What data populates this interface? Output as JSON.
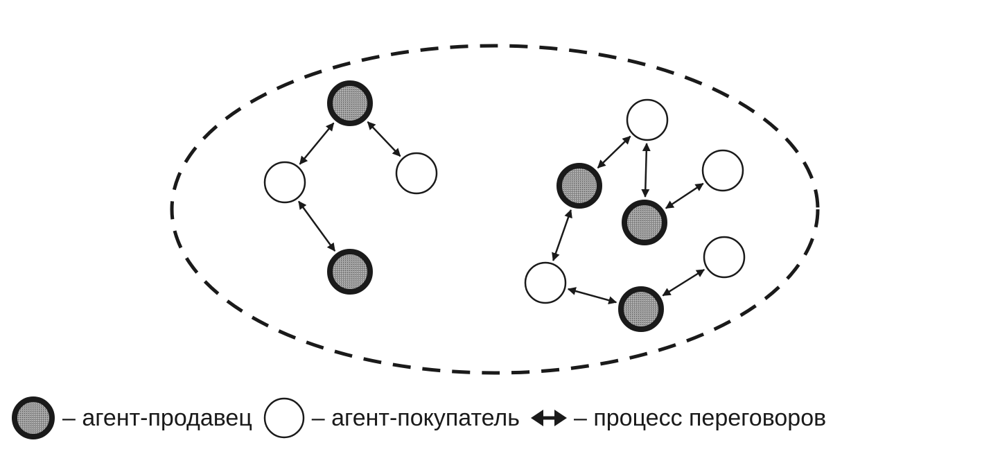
{
  "colors": {
    "ink": "#1a1a1a",
    "seller_fill": "#8f8f8f",
    "buyer_fill": "#ffffff",
    "background": "#ffffff"
  },
  "agent_types": {
    "seller": "агент-продавец",
    "buyer": "агент-покупатель"
  },
  "nodes": [
    {
      "id": "s1",
      "type": "seller",
      "group": "left"
    },
    {
      "id": "b1",
      "type": "buyer",
      "group": "left"
    },
    {
      "id": "b2",
      "type": "buyer",
      "group": "left"
    },
    {
      "id": "s2",
      "type": "seller",
      "group": "left"
    },
    {
      "id": "b3",
      "type": "buyer",
      "group": "right"
    },
    {
      "id": "s3",
      "type": "seller",
      "group": "right"
    },
    {
      "id": "b4",
      "type": "buyer",
      "group": "right"
    },
    {
      "id": "s4",
      "type": "seller",
      "group": "right"
    },
    {
      "id": "b5",
      "type": "buyer",
      "group": "right"
    },
    {
      "id": "b6",
      "type": "buyer",
      "group": "right"
    },
    {
      "id": "s5",
      "type": "seller",
      "group": "right"
    }
  ],
  "edges": [
    {
      "from": "s1",
      "to": "b1",
      "kind": "negotiation"
    },
    {
      "from": "s1",
      "to": "b2",
      "kind": "negotiation"
    },
    {
      "from": "b1",
      "to": "s2",
      "kind": "negotiation"
    },
    {
      "from": "b3",
      "to": "s3",
      "kind": "negotiation"
    },
    {
      "from": "b3",
      "to": "s4",
      "kind": "negotiation"
    },
    {
      "from": "b4",
      "to": "s4",
      "kind": "negotiation"
    },
    {
      "from": "s3",
      "to": "b5",
      "kind": "negotiation"
    },
    {
      "from": "b5",
      "to": "s5",
      "kind": "negotiation"
    },
    {
      "from": "b6",
      "to": "s5",
      "kind": "negotiation"
    }
  ],
  "legend": {
    "seller_label": "– агент-продавец",
    "buyer_label": "– агент-покупатель",
    "negotiation_label": "– процесс переговоров"
  }
}
